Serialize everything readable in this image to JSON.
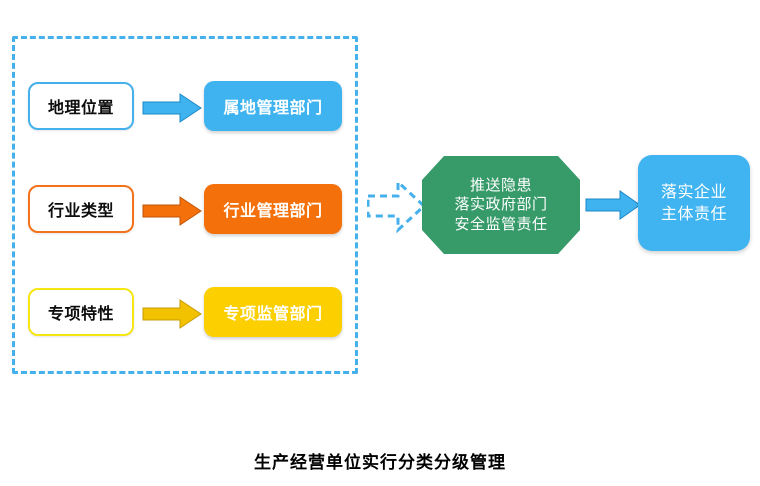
{
  "diagram": {
    "caption": "生产经营单位实行分类分级管理",
    "group_container": {
      "name": "classification-criteria-group",
      "border_color": "#45B0EC",
      "border_style": "dashed"
    },
    "rows": [
      {
        "criterion": "地理位置",
        "department": "属地管理部门",
        "accent": "#45B0EC",
        "fill": "#3FB3EF",
        "arrow_color": "#3FB3EF"
      },
      {
        "criterion": "行业类型",
        "department": "行业管理部门",
        "accent": "#F3721B",
        "fill": "#F4700A",
        "arrow_color": "#F4700A"
      },
      {
        "criterion": "专项特性",
        "department": "专项监管部门",
        "accent": "#F5E614",
        "fill": "#FBCF00",
        "arrow_color": "#F2C200"
      }
    ],
    "transition_arrow": {
      "name": "dashed-transition-arrow",
      "color": "#45B0EC",
      "style": "dashed-outline"
    },
    "process": {
      "shape": "octagon",
      "fill": "#369A69",
      "line1": "推送隐患",
      "line2": "落实政府部门",
      "line3": "安全监管责任"
    },
    "final_arrow": {
      "name": "final-arrow",
      "color": "#3FB3EF"
    },
    "result": {
      "fill": "#40B4F0",
      "line1": "落实企业",
      "line2": "主体责任"
    }
  }
}
